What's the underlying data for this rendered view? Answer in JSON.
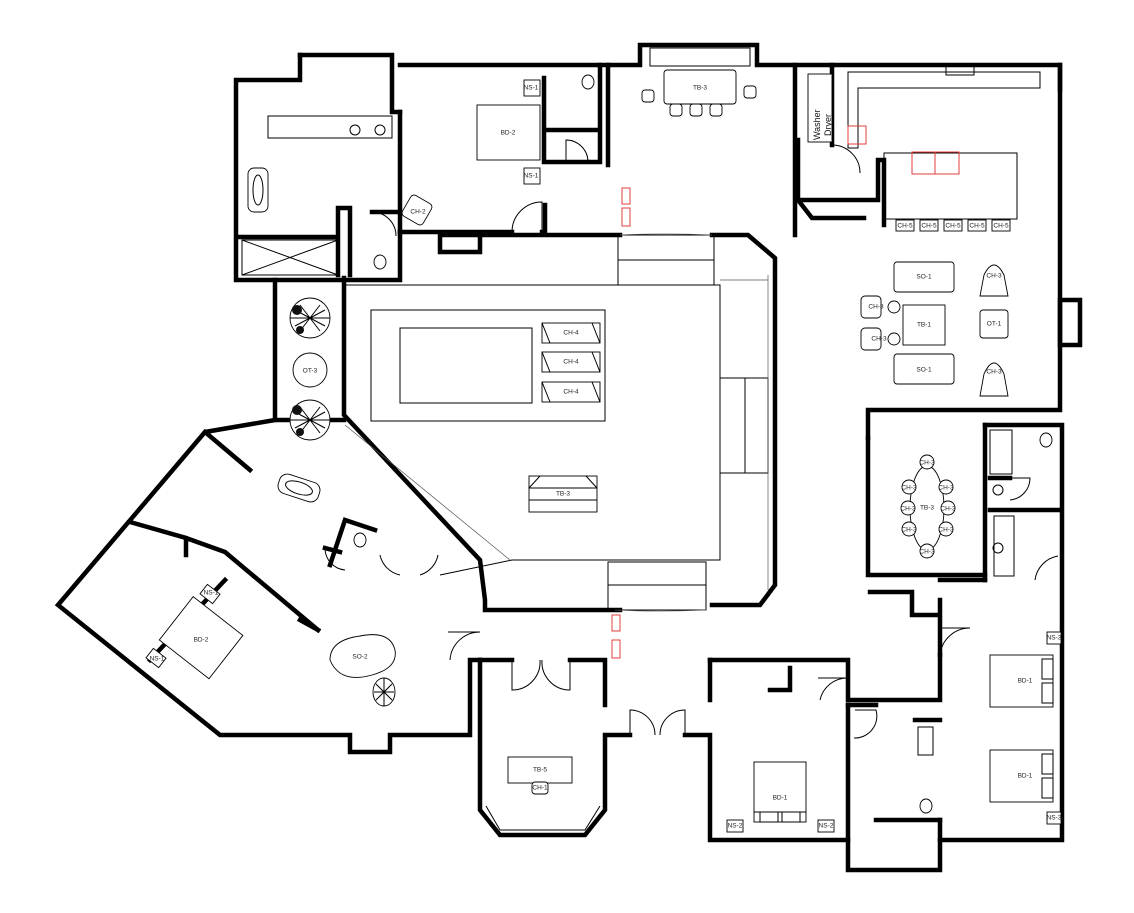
{
  "labels": {
    "bd2_north": "BD-2",
    "bd2_west": "BD-2",
    "bd1_center": "BD-1",
    "bd1_east_top": "BD-1",
    "bd1_east_bottom": "BD-1",
    "tb3_north": "TB-3",
    "tb3_dining": "TB-3",
    "tb1": "TB-1",
    "tb3_court": "TB-3",
    "tb5": "TB-5",
    "ch4": "CH-4",
    "ch2": "CH-2",
    "ch3": "CH-3",
    "ch5": "CH-5",
    "ch1": "CH-1",
    "so1": "SO-1",
    "so2": "SO-2",
    "ot1": "OT-1",
    "ot3": "OT-3",
    "ns1": "NS-1",
    "ns2": "NS-2",
    "ns3": "NS-3",
    "washer": "Washer",
    "dryer": "Dryer"
  }
}
